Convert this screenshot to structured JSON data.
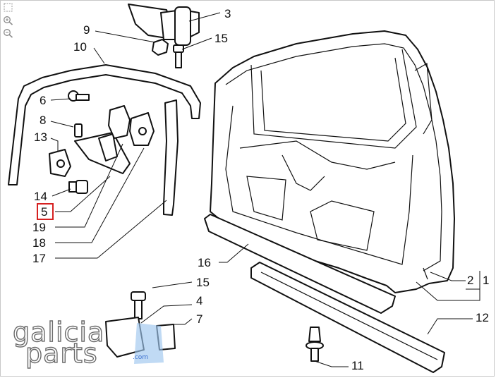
{
  "toolbar": {
    "icons": [
      "fit-icon",
      "zoom-in-icon",
      "zoom-out-icon"
    ]
  },
  "callouts": [
    {
      "id": "3",
      "text": "3"
    },
    {
      "id": "9",
      "text": "9"
    },
    {
      "id": "15a",
      "text": "15"
    },
    {
      "id": "10",
      "text": "10"
    },
    {
      "id": "6",
      "text": "6"
    },
    {
      "id": "8",
      "text": "8"
    },
    {
      "id": "13",
      "text": "13"
    },
    {
      "id": "14",
      "text": "14"
    },
    {
      "id": "5",
      "text": "5"
    },
    {
      "id": "19",
      "text": "19"
    },
    {
      "id": "18",
      "text": "18"
    },
    {
      "id": "17",
      "text": "17"
    },
    {
      "id": "16",
      "text": "16"
    },
    {
      "id": "15b",
      "text": "15"
    },
    {
      "id": "4",
      "text": "4"
    },
    {
      "id": "7",
      "text": "7"
    },
    {
      "id": "2",
      "text": "2"
    },
    {
      "id": "1",
      "text": "1"
    },
    {
      "id": "12",
      "text": "12"
    },
    {
      "id": "11",
      "text": "11"
    }
  ],
  "highlighted_callout": "5",
  "watermark": {
    "line1": "galicia",
    "line2": "parts",
    "suffix": ".com",
    "accent": "#3a6fd0"
  }
}
